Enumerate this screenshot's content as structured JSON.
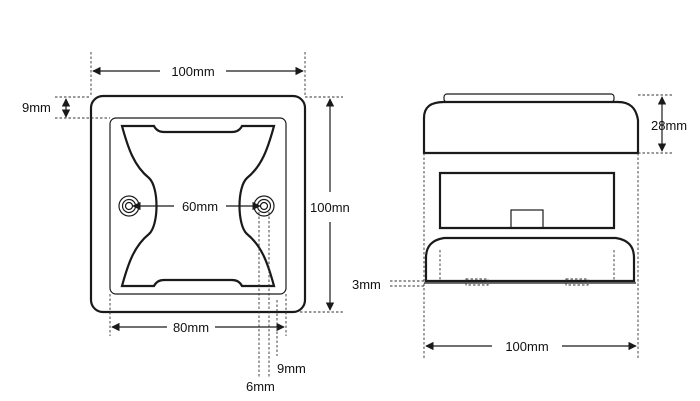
{
  "front_view": {
    "labels": {
      "width": "100mm",
      "height": "100mn",
      "border": "9mm",
      "hole_spacing": "60mm",
      "inner_width": "80mm",
      "offset_6": "6mm",
      "offset_9": "9mm"
    }
  },
  "side_view": {
    "labels": {
      "depth": "28mm",
      "base": "3mm",
      "width": "100mm"
    }
  },
  "colors": {
    "line": "#1a1a1a",
    "text": "#111111",
    "background": "#ffffff"
  }
}
